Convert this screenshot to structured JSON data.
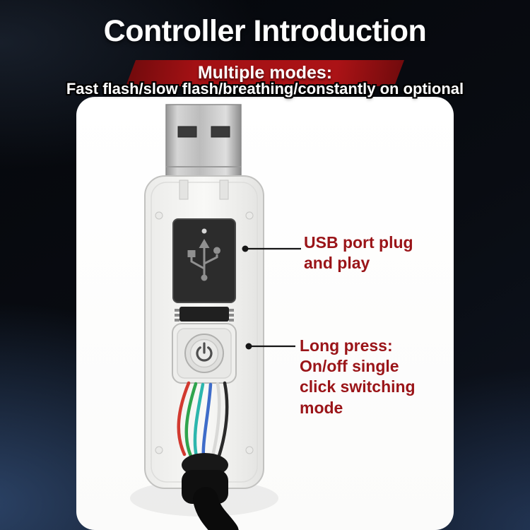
{
  "title": "Controller Introduction",
  "banner": {
    "heading": "Multiple modes:",
    "subheading": "Fast flash/slow flash/breathing/constantly on optional"
  },
  "annotations": {
    "usb_port": {
      "label": "USB port plug\nand play"
    },
    "power_button": {
      "label": "Long press:\nOn/off single\nclick switching\nmode"
    }
  },
  "icons": {
    "usb_symbol": "usb-icon",
    "power_symbol": "power-icon"
  },
  "colors": {
    "banner_red": "#a31114",
    "annotation_text": "#9a1418",
    "title_text": "#ffffff",
    "panel_background": "#ffffff",
    "wire_colors": [
      "#d23a30",
      "#2fa44d",
      "#2cb6ad",
      "#3e6cc9",
      "#d9d9d7",
      "#2a2a2a"
    ]
  }
}
